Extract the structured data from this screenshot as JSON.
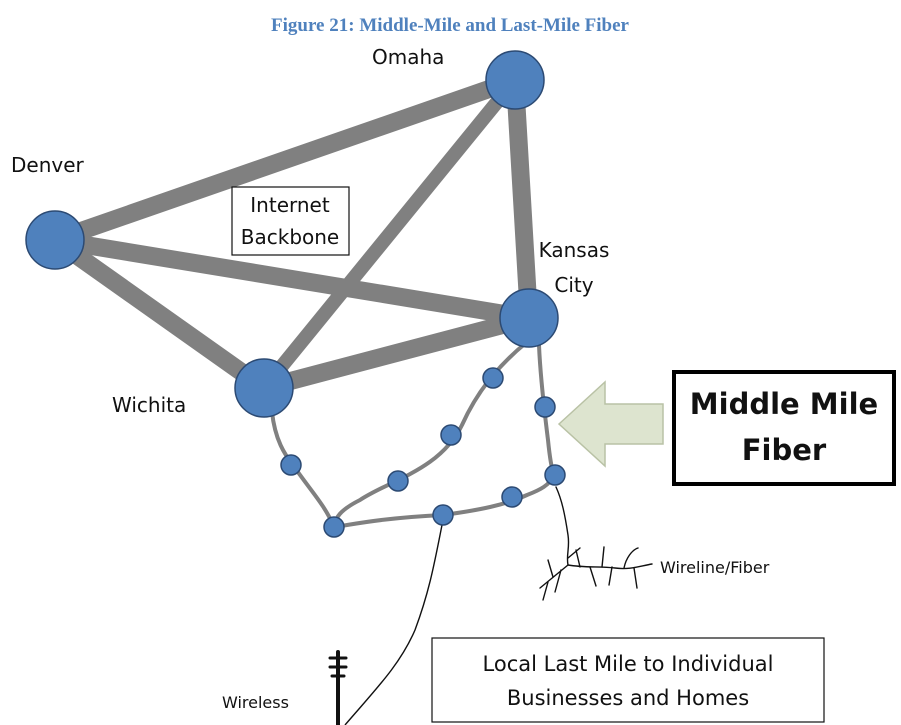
{
  "figure": {
    "caption": "Figure 21: Middle-Mile and Last-Mile Fiber"
  },
  "cities": {
    "omaha": "Omaha",
    "denver": "Denver",
    "kansas_city_line1": "Kansas",
    "kansas_city_line2": "City",
    "wichita": "Wichita"
  },
  "labels": {
    "backbone_line1": "Internet",
    "backbone_line2": "Backbone",
    "middle_mile_line1": "Middle Mile",
    "middle_mile_line2": "Fiber",
    "wireline": "Wireline/Fiber",
    "wireless": "Wireless",
    "last_mile_line1": "Local Last Mile to Individual",
    "last_mile_line2": "Businesses and Homes"
  },
  "colors": {
    "node_fill": "#4f81bd",
    "node_stroke": "#2c4a73",
    "backbone": "#808080",
    "arrow_fill": "#dde4cf",
    "arrow_stroke": "#b9c2a5",
    "caption": "#4f81bd"
  }
}
